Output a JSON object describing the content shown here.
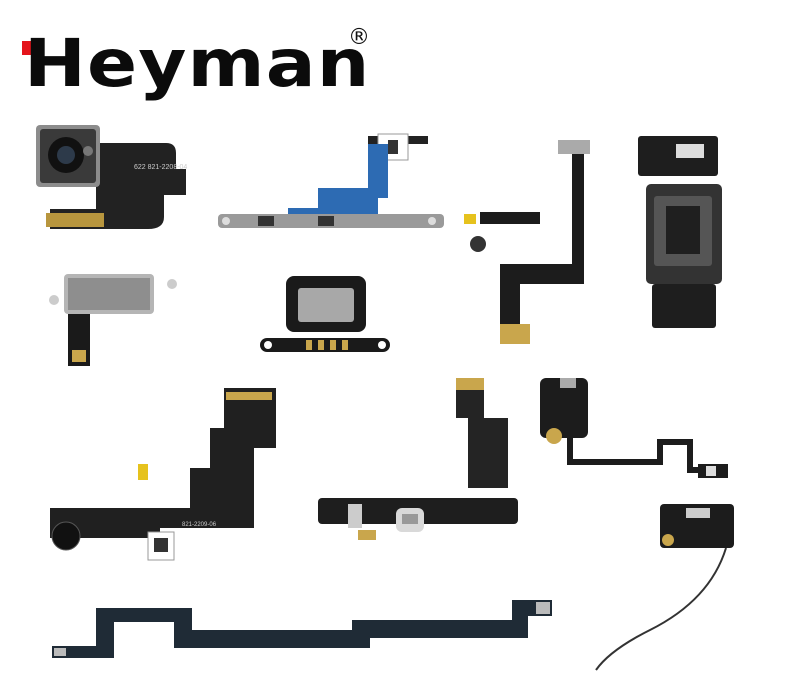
{
  "brand": {
    "name": "Heyman",
    "registered_mark": "®",
    "accent_color": "#e4141b",
    "text_color": "#0b0b0b"
  },
  "parts": [
    {
      "id": "rear-camera",
      "label": "622 821-2208-04"
    },
    {
      "id": "volume-flex",
      "label": ""
    },
    {
      "id": "power-flex",
      "label": ""
    },
    {
      "id": "loudspeaker",
      "label": ""
    },
    {
      "id": "vibrator",
      "label": ""
    },
    {
      "id": "earpiece-speaker",
      "label": ""
    },
    {
      "id": "front-camera-flex",
      "label": "821-2209-06"
    },
    {
      "id": "charging-port-flex",
      "label": ""
    },
    {
      "id": "wifi-antenna",
      "label": ""
    },
    {
      "id": "gps-antenna",
      "label": ""
    },
    {
      "id": "antenna-flex",
      "label": ""
    }
  ]
}
